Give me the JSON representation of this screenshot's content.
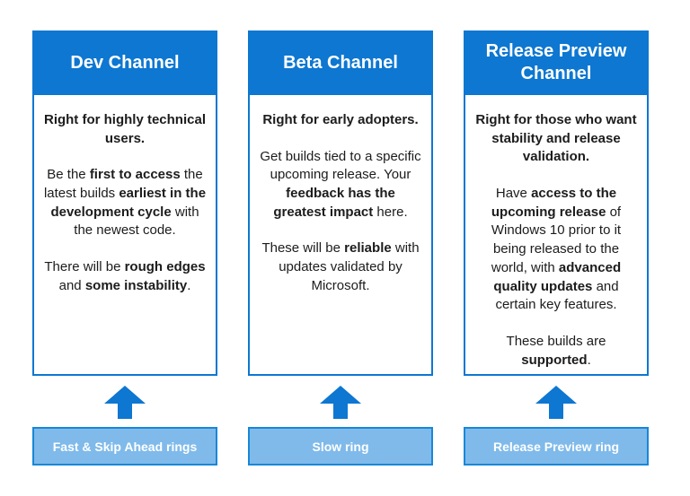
{
  "colors": {
    "header_blue": "#0d77d1",
    "arrow_blue": "#0d77d1",
    "body_border": "#0d77d1",
    "ring_fill": "#7fbaea",
    "ring_border": "#1887d8",
    "text_dark": "#1c1c1c",
    "text_white": "#ffffff",
    "background": "#ffffff"
  },
  "columns": [
    {
      "title": "Dev Channel",
      "paragraphs": [
        [
          {
            "t": "Right for highly technical users.",
            "b": true
          }
        ],
        [
          {
            "t": "Be the ",
            "b": false
          },
          {
            "t": "first to access",
            "b": true
          },
          {
            "t": " the latest builds ",
            "b": false
          },
          {
            "t": "earliest in the development cycle",
            "b": true
          },
          {
            "t": " with the newest code.",
            "b": false
          }
        ],
        [
          {
            "t": "There will be ",
            "b": false
          },
          {
            "t": "rough edges",
            "b": true
          },
          {
            "t": " and ",
            "b": false
          },
          {
            "t": "some instability",
            "b": true
          },
          {
            "t": ".",
            "b": false
          }
        ]
      ],
      "ring": "Fast & Skip Ahead rings"
    },
    {
      "title": "Beta Channel",
      "paragraphs": [
        [
          {
            "t": "Right for early adopters.",
            "b": true
          }
        ],
        [
          {
            "t": "Get builds tied to a specific upcoming release. Your ",
            "b": false
          },
          {
            "t": "feedback has the greatest impact",
            "b": true
          },
          {
            "t": " here.",
            "b": false
          }
        ],
        [
          {
            "t": "These will be ",
            "b": false
          },
          {
            "t": "reliable",
            "b": true
          },
          {
            "t": " with updates validated by Microsoft.",
            "b": false
          }
        ]
      ],
      "ring": "Slow ring"
    },
    {
      "title": "Release Preview Channel",
      "paragraphs": [
        [
          {
            "t": "Right for those who want stability and release validation.",
            "b": true
          }
        ],
        [
          {
            "t": "Have ",
            "b": false
          },
          {
            "t": "access to the upcoming release",
            "b": true
          },
          {
            "t": " of Windows 10 prior to it being released to the world, with ",
            "b": false
          },
          {
            "t": "advanced quality updates",
            "b": true
          },
          {
            "t": " and certain key features.",
            "b": false
          }
        ],
        [
          {
            "t": "These builds are ",
            "b": false
          },
          {
            "t": "supported",
            "b": true
          },
          {
            "t": ".",
            "b": false
          }
        ]
      ],
      "ring": "Release Preview ring"
    }
  ]
}
